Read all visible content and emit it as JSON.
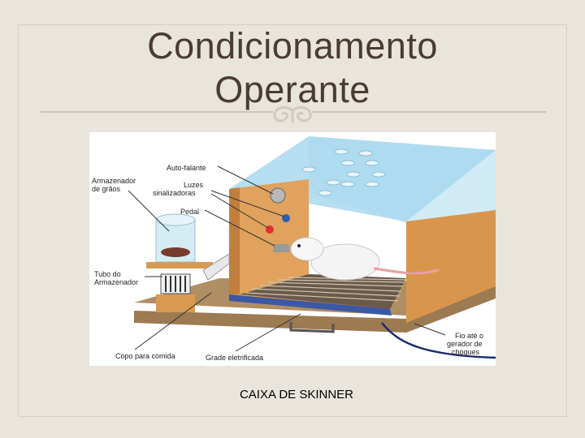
{
  "slide": {
    "title_line1": "Condicionamento",
    "title_line2": "Operante",
    "caption": "CAIXA DE SKINNER"
  },
  "figure": {
    "labels": {
      "armazenador_line1": "Armazenador",
      "armazenador_line2": "de grãos",
      "auto_falante": "Auto-falante",
      "luzes_line1": "Luzes",
      "luzes_line2": "sinalizadoras",
      "pedal": "Pedal",
      "tubo_line1": "Tubo do",
      "tubo_line2": "Armazenador",
      "copo": "Copo para comida",
      "grade": "Grade eletrificada",
      "fio_line1": "Fio até o",
      "fio_line2": "gerador de",
      "fio_line3": "choques"
    }
  },
  "colors": {
    "background": "#e9e5dc",
    "title": "#4a3c31",
    "box_wood": "#d9954d",
    "glass": "#a9d8ee",
    "base": "#8a6a44"
  }
}
